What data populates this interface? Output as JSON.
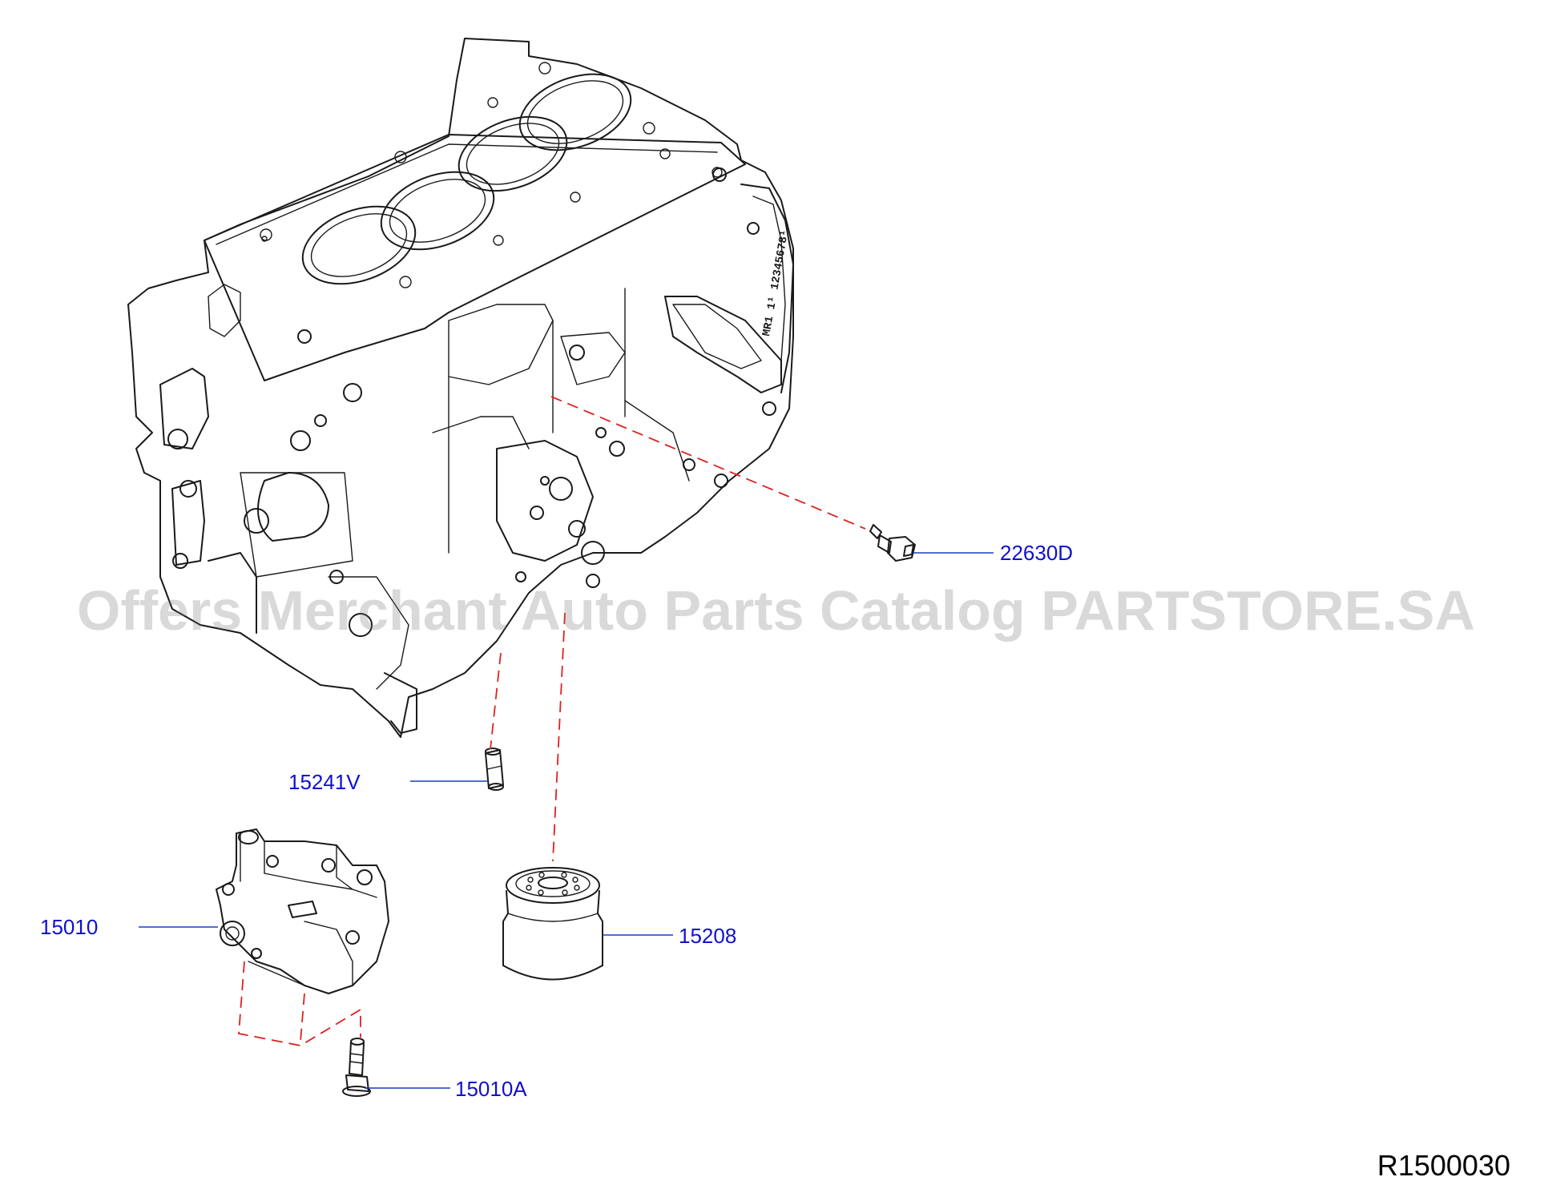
{
  "watermark": "Offers Merchant Auto Parts Catalog PARTSTORE.SA",
  "diagram_code": "R1500030",
  "block_marking": "MR1 1¹ 12345678¹",
  "colors": {
    "label": "#1010d0",
    "leader": "#1a3fc0",
    "dash": "#e02020",
    "line": "#1a1a1a"
  },
  "parts": [
    {
      "id": "22630D",
      "label": "22630D"
    },
    {
      "id": "15241V",
      "label": "15241V"
    },
    {
      "id": "15010",
      "label": "15010"
    },
    {
      "id": "15208",
      "label": "15208"
    },
    {
      "id": "15010A",
      "label": "15010A"
    }
  ]
}
